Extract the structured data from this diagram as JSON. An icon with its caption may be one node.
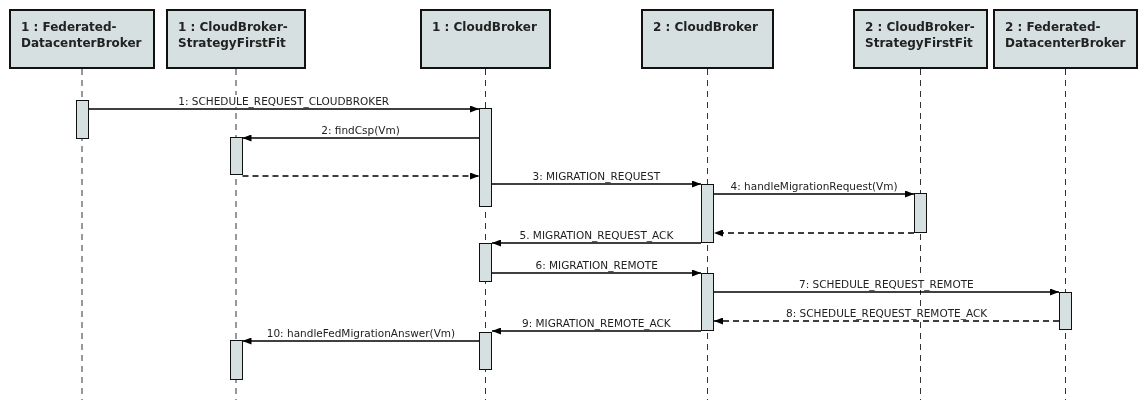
{
  "diagram": {
    "nodes": [
      {
        "text": [
          "1 : Federated- DatacenterBroker"
        ]
      },
      {
        "text": [
          "1 : CloudBroker- StrategyFirstFit"
        ]
      },
      {
        "text": [
          "1 : CloudBroker"
        ]
      },
      {
        "text": [
          "2 : CloudBroker"
        ]
      },
      {
        "text": [
          "2 : CloudBroker- StrategyFirstFit"
        ]
      },
      {
        "text": [
          "2 : Federated- DatacenterBroker"
        ]
      },
      {
        "text": [],
        "shape": "bar"
      },
      {
        "text": [],
        "shape": "bar"
      },
      {
        "text": [],
        "shape": "bar"
      },
      {
        "text": [],
        "shape": "bar"
      },
      {
        "text": [],
        "shape": "bar"
      },
      {
        "text": [],
        "shape": "bar"
      },
      {
        "text": [],
        "shape": "bar"
      },
      {
        "text": [],
        "shape": "bar"
      },
      {
        "text": [],
        "shape": "bar"
      },
      {
        "text": [],
        "shape": "bar"
      }
    ],
    "edges": [
      {
        "from": 6,
        "to": 7,
        "arrow": "to",
        "label": "1: SCHEDULE_REQUEST_CLOUDBROKER"
      },
      {
        "from": 7,
        "to": 8,
        "arrow": "to",
        "label": "2: findCsp(Vm)"
      },
      {
        "from": 8,
        "to": 7,
        "arrow": "to",
        "style": "dashed"
      },
      {
        "from": 7,
        "to": 9,
        "arrow": "to",
        "label": "3: MIGRATION_REQUEST"
      },
      {
        "from": 9,
        "to": 10,
        "arrow": "to",
        "label": "4: handleMigrationRequest(Vm)"
      },
      {
        "from": 10,
        "to": 9,
        "arrow": "to",
        "style": "dashed"
      },
      {
        "from": 9,
        "to": 11,
        "arrow": "to",
        "label": "5. MIGRATION_REQUEST_ACK"
      },
      {
        "from": 11,
        "to": 12,
        "arrow": "to",
        "label": "6: MIGRATION_REMOTE"
      },
      {
        "from": 12,
        "to": 13,
        "arrow": "to",
        "label": "7: SCHEDULE_REQUEST_REMOTE"
      },
      {
        "from": 13,
        "to": 12,
        "arrow": "to",
        "style": "dashed",
        "label": "8: SCHEDULE_REQUEST_REMOTE_ACK"
      },
      {
        "from": 12,
        "to": 14,
        "arrow": "to",
        "label": "9: MIGRATION_REMOTE_ACK"
      },
      {
        "from": 14,
        "to": 15,
        "arrow": "to",
        "label": "10: handleFedMigrationAnswer(Vm)"
      }
    ]
  }
}
